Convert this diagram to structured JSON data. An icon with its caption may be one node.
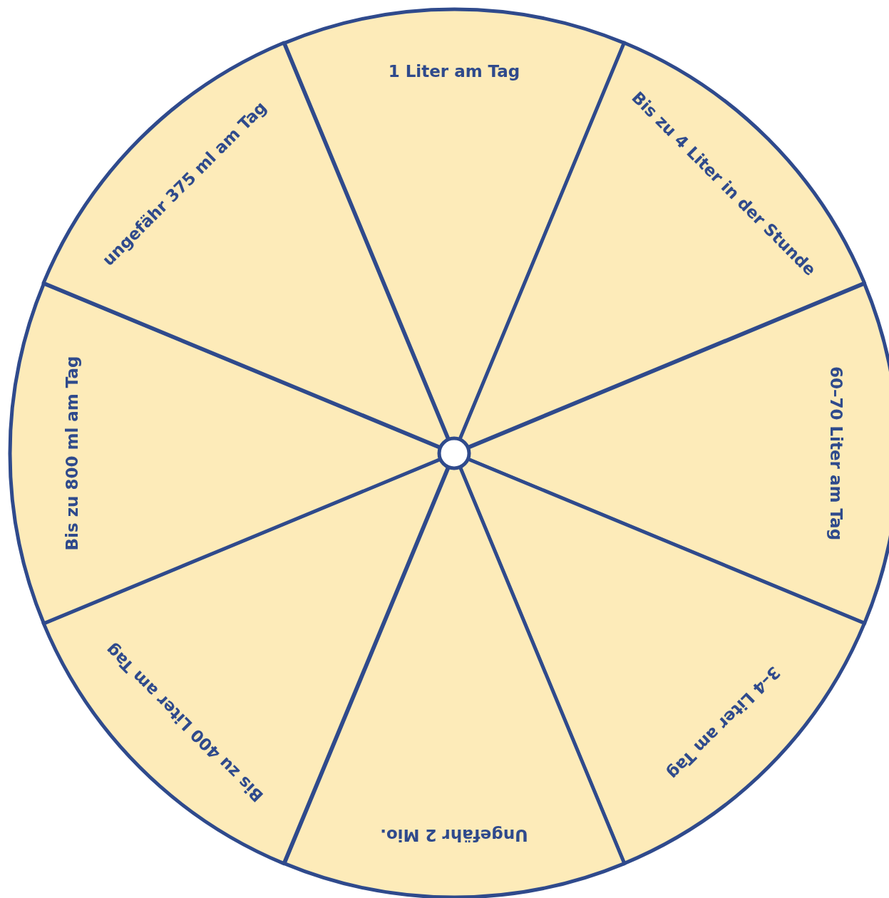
{
  "diagram": {
    "nodes": [
      {
        "text": [
          "1 Liter am Tag"
        ]
      },
      {
        "text": [
          "Bis zu 4 Liter in der Stunde"
        ]
      },
      {
        "text": [
          "60–70 Liter am Tag"
        ]
      },
      {
        "text": [
          "3–4 Liter am Tag"
        ]
      },
      {
        "text": [
          "Ungefähr 2 Mio."
        ]
      },
      {
        "text": [
          "Bis zu 400 Liter am Tag"
        ]
      },
      {
        "text": [
          "Bis zu 800 ml am Tag"
        ]
      },
      {
        "text": [
          "ungefähr 375 ml am Tag"
        ]
      }
    ]
  }
}
